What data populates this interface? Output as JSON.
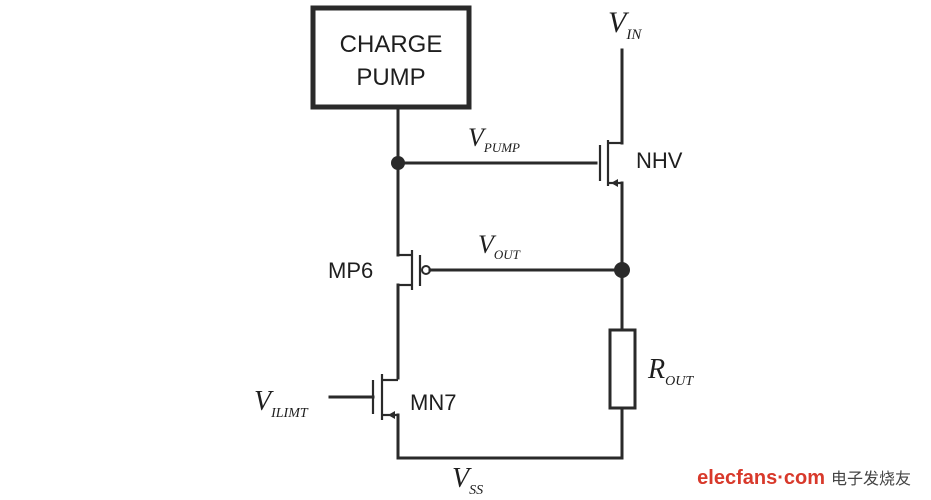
{
  "block": {
    "line1": "CHARGE",
    "line2": "PUMP"
  },
  "nodes": {
    "vin": {
      "main": "V",
      "sub": "IN"
    },
    "vpump": {
      "main": "V",
      "sub": "PUMP"
    },
    "vout": {
      "main": "V",
      "sub": "OUT"
    },
    "vilimt": {
      "main": "V",
      "sub": "ILIMT"
    },
    "vss": {
      "main": "V",
      "sub": "SS"
    },
    "rout": {
      "main": "R",
      "sub": "OUT"
    }
  },
  "devices": {
    "nhv": "NHV",
    "mp6": "MP6",
    "mn7": "MN7"
  },
  "watermark": {
    "site": "elecfans·com",
    "cn": "电子发烧友"
  },
  "colors": {
    "ink": "#2a2a2a",
    "watermark_red": "#d8392b"
  }
}
